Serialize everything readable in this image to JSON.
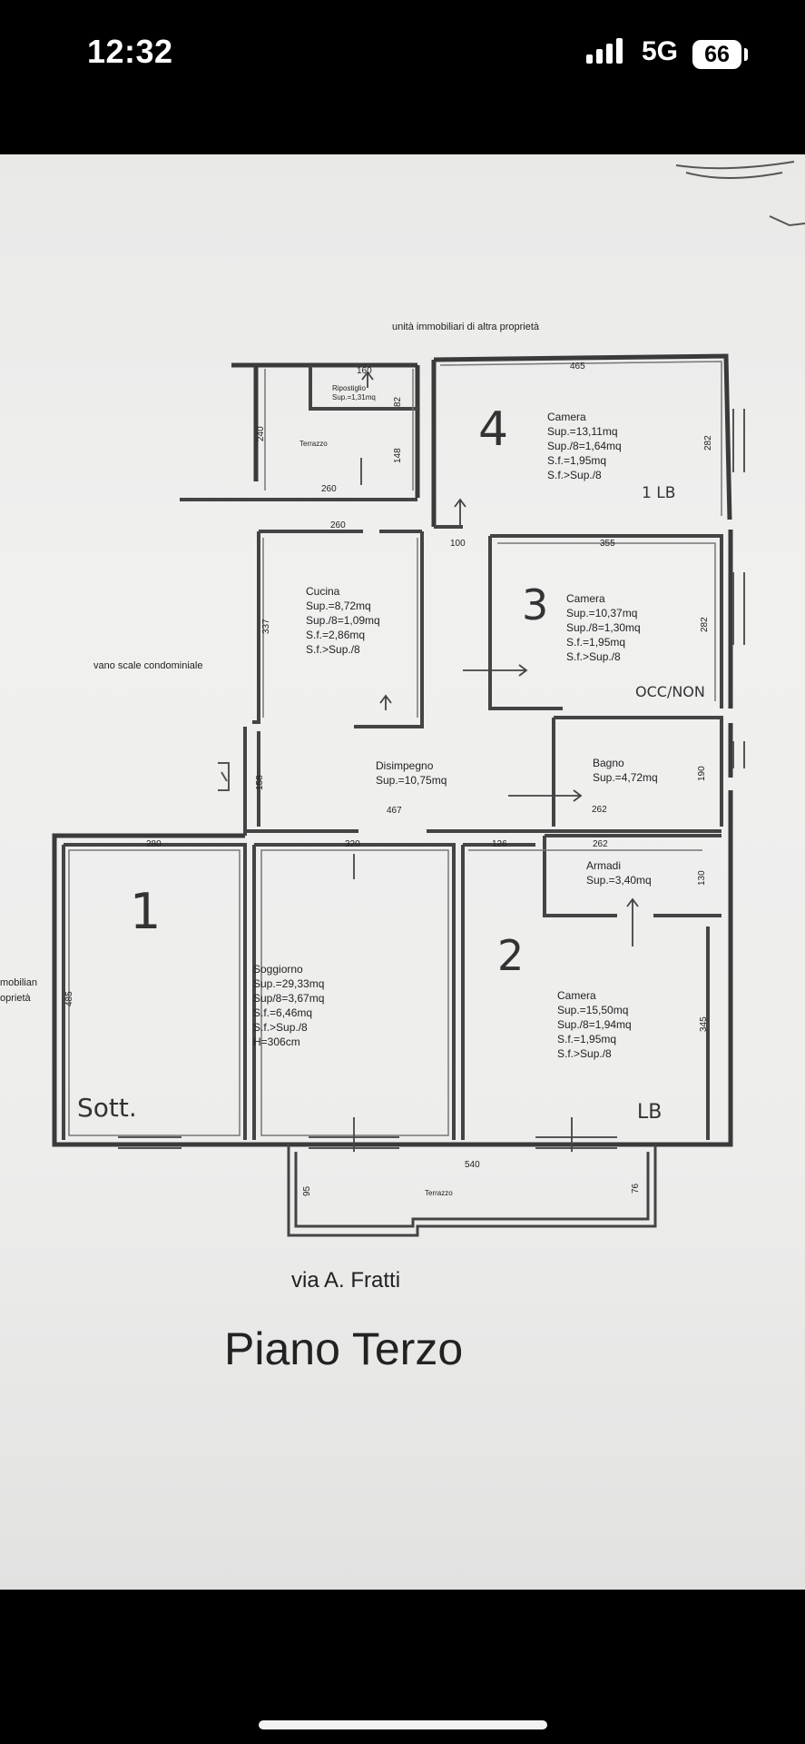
{
  "status_bar": {
    "time": "12:32",
    "network": "5G",
    "battery": "66"
  },
  "plan": {
    "header_note": "unità immobiliari di altra proprietà",
    "left_note": "vano scale condominiale",
    "left_edge_1": "mobilian",
    "left_edge_2": "oprietà",
    "street": "via A. Fratti",
    "floor_title": "Piano Terzo",
    "ripostiglio": {
      "name": "Ripostiglio",
      "sup": "Sup.=1,31mq"
    },
    "terrazzo_top": "Terrazzo",
    "terrazzo_bottom": "Terrazzo",
    "room4": {
      "number": "4",
      "name": "Camera",
      "l1": "Sup.=13,11mq",
      "l2": "Sup./8=1,64mq",
      "l3": "S.f.=1,95mq",
      "l4": "S.f.>Sup./8",
      "note": "1 LB"
    },
    "room3": {
      "number": "3",
      "name": "Camera",
      "l1": "Sup.=10,37mq",
      "l2": "Sup./8=1,30mq",
      "l3": "S.f.=1,95mq",
      "l4": "S.f.>Sup./8",
      "note": "OCC/NON"
    },
    "cucina": {
      "name": "Cucina",
      "l1": "Sup.=8,72mq",
      "l2": "Sup./8=1,09mq",
      "l3": "S.f.=2,86mq",
      "l4": "S.f.>Sup./8"
    },
    "disimpegno": {
      "name": "Disimpegno",
      "l1": "Sup.=10,75mq"
    },
    "bagno": {
      "name": "Bagno",
      "l1": "Sup.=4,72mq"
    },
    "armadi": {
      "name": "Armadi",
      "l1": "Sup.=3,40mq"
    },
    "soggiorno": {
      "name": "Soggiorno",
      "l1": "Sup.=29,33mq",
      "l2": "Sup/8=3,67mq",
      "l3": "S.f.=6,46mq",
      "l4": "S.f.>Sup./8",
      "l5": "H=306cm"
    },
    "room2": {
      "number": "2",
      "name": "Camera",
      "l1": "Sup.=15,50mq",
      "l2": "Sup./8=1,94mq",
      "l3": "S.f.=1,95mq",
      "l4": "S.f.>Sup./8",
      "note": "LB"
    },
    "room1": {
      "number": "1",
      "note": "Sott."
    },
    "dims": {
      "d160": "160",
      "d465": "465",
      "d240": "240",
      "d148": "148",
      "d82": "82",
      "d260a": "260",
      "d260b": "260",
      "d282a": "282",
      "d282b": "282",
      "d100": "100",
      "d355": "355",
      "d337": "337",
      "d158": "158",
      "d467": "467",
      "d190": "190",
      "d262a": "262",
      "d262b": "262",
      "d130": "130",
      "d280": "280",
      "d320": "320",
      "d126": "126",
      "d485": "485",
      "d345": "345",
      "d540": "540",
      "d95": "95",
      "d76": "76"
    }
  }
}
